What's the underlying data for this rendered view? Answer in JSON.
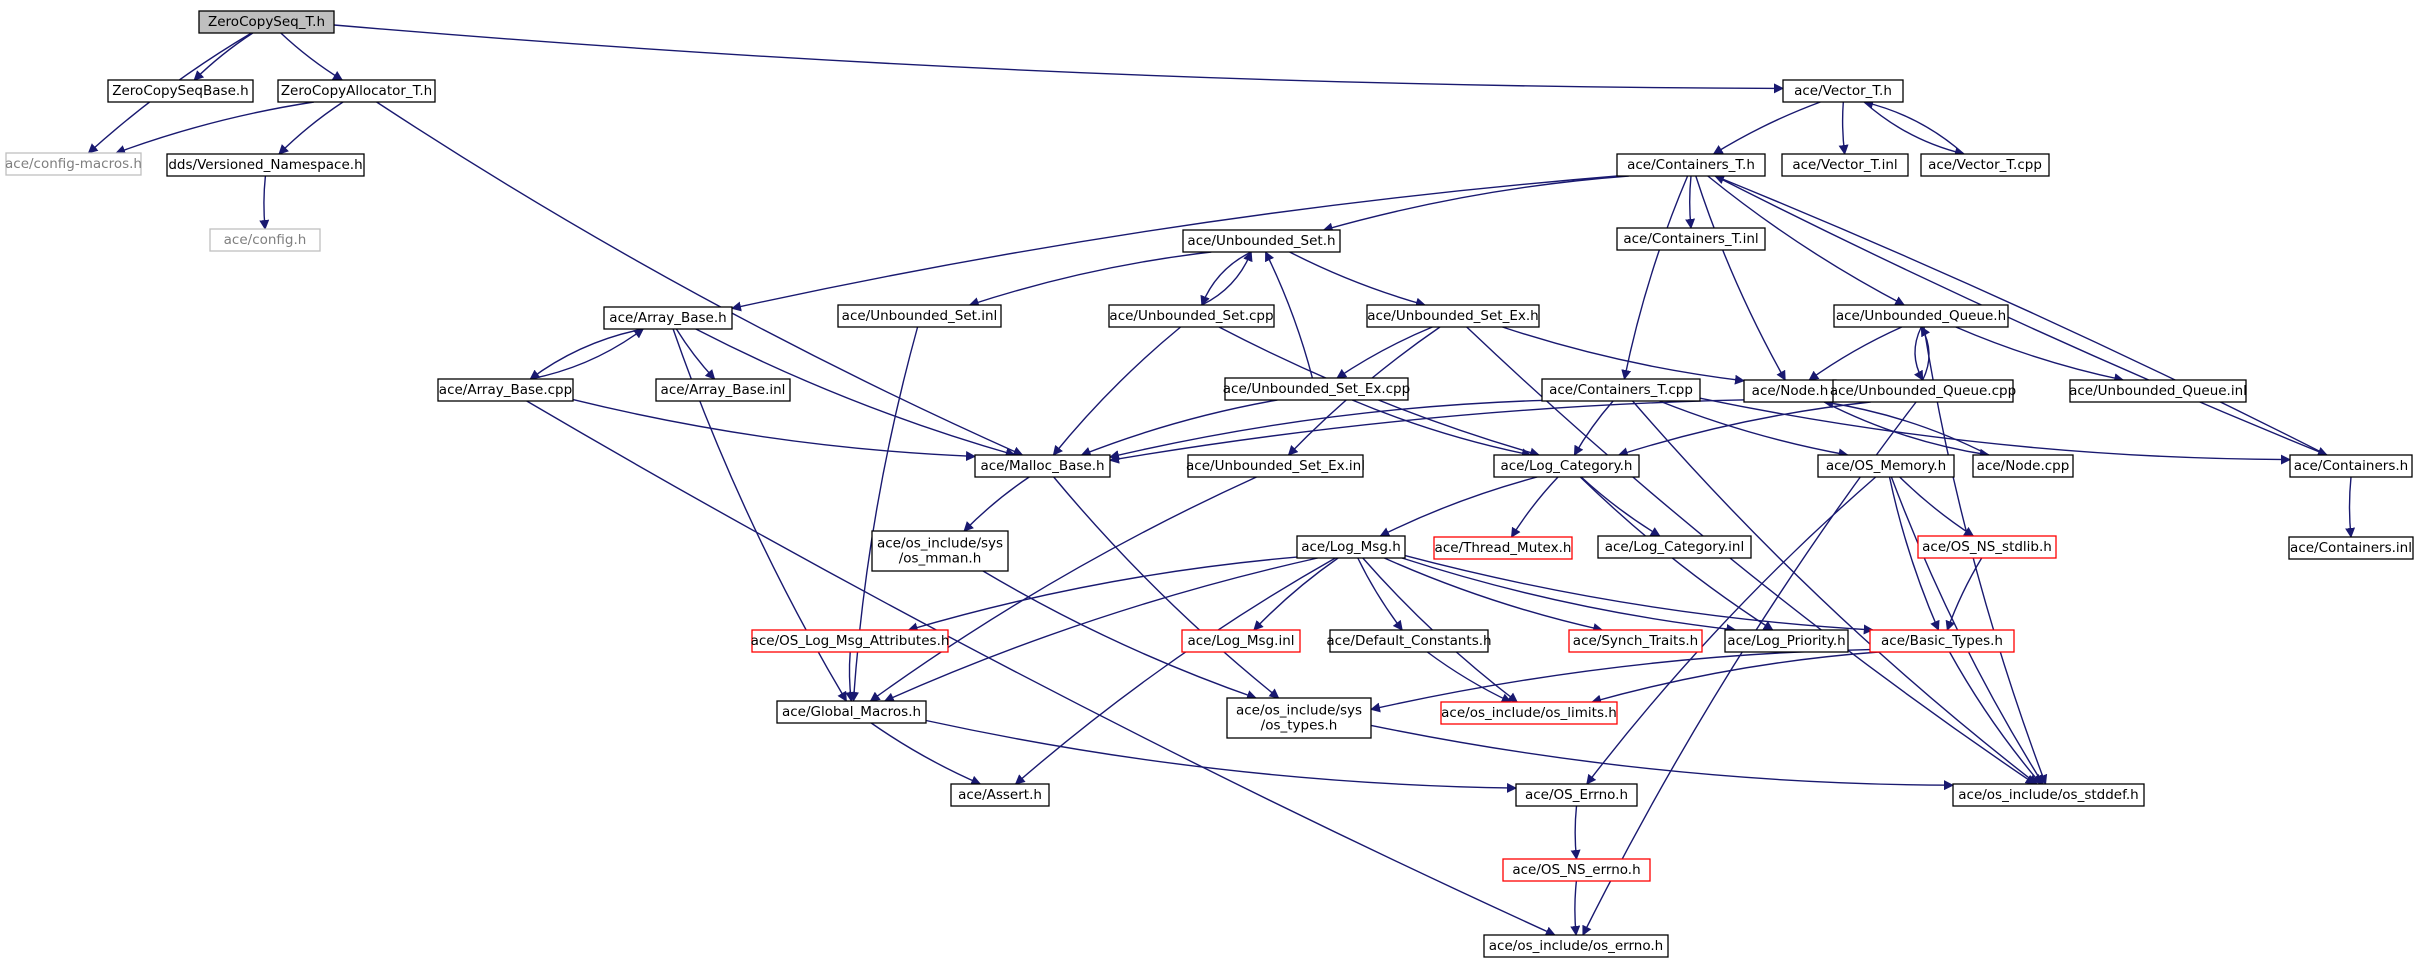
{
  "title": "",
  "colors": {
    "edge": "#191970",
    "root_fill": "#bfbfbf",
    "border_normal": "#000000",
    "border_truncated": "#ff0000",
    "border_external": "#bfbfbf",
    "text_external": "#7f7f7f"
  },
  "nodes": [
    {
      "id": "zcseq",
      "label": "ZeroCopySeq_T.h",
      "style": "root"
    },
    {
      "id": "cfgmac",
      "label": "ace/config-macros.h",
      "style": "gray"
    },
    {
      "id": "zcsbase",
      "label": "ZeroCopySeqBase.h",
      "style": "normal"
    },
    {
      "id": "zcalloc",
      "label": "ZeroCopyAllocator_T.h",
      "style": "normal"
    },
    {
      "id": "ddsver",
      "label": "dds/Versioned_Namespace.h",
      "style": "normal"
    },
    {
      "id": "cfg",
      "label": "ace/config.h",
      "style": "gray"
    },
    {
      "id": "vect",
      "label": "ace/Vector_T.h",
      "style": "normal"
    },
    {
      "id": "vectinl",
      "label": "ace/Vector_T.inl",
      "style": "normal"
    },
    {
      "id": "vectcpp",
      "label": "ace/Vector_T.cpp",
      "style": "normal"
    },
    {
      "id": "contt",
      "label": "ace/Containers_T.h",
      "style": "normal"
    },
    {
      "id": "conttinl",
      "label": "ace/Containers_T.inl",
      "style": "normal"
    },
    {
      "id": "unbset",
      "label": "ace/Unbounded_Set.h",
      "style": "normal"
    },
    {
      "id": "arrbase",
      "label": "ace/Array_Base.h",
      "style": "normal"
    },
    {
      "id": "unbsetinl",
      "label": "ace/Unbounded_Set.inl",
      "style": "normal"
    },
    {
      "id": "unbsetcpp",
      "label": "ace/Unbounded_Set.cpp",
      "style": "normal"
    },
    {
      "id": "unbsetex",
      "label": "ace/Unbounded_Set_Ex.h",
      "style": "normal"
    },
    {
      "id": "unbq",
      "label": "ace/Unbounded_Queue.h",
      "style": "normal"
    },
    {
      "id": "arrcpp",
      "label": "ace/Array_Base.cpp",
      "style": "normal"
    },
    {
      "id": "arrinl",
      "label": "ace/Array_Base.inl",
      "style": "normal"
    },
    {
      "id": "unbsetexcpp",
      "label": "ace/Unbounded_Set_Ex.cpp",
      "style": "normal"
    },
    {
      "id": "conttcpp",
      "label": "ace/Containers_T.cpp",
      "style": "normal"
    },
    {
      "id": "nodeh",
      "label": "ace/Node.h",
      "style": "normal"
    },
    {
      "id": "unbqcpp",
      "label": "ace/Unbounded_Queue.cpp",
      "style": "normal"
    },
    {
      "id": "unbqinl",
      "label": "ace/Unbounded_Queue.inl",
      "style": "normal"
    },
    {
      "id": "malloc",
      "label": "ace/Malloc_Base.h",
      "style": "normal"
    },
    {
      "id": "unbsetexinl",
      "label": "ace/Unbounded_Set_Ex.inl",
      "style": "normal"
    },
    {
      "id": "logcat",
      "label": "ace/Log_Category.h",
      "style": "normal"
    },
    {
      "id": "osmem",
      "label": "ace/OS_Memory.h",
      "style": "normal"
    },
    {
      "id": "nodecpp",
      "label": "ace/Node.cpp",
      "style": "normal"
    },
    {
      "id": "contsh",
      "label": "ace/Containers.h",
      "style": "normal"
    },
    {
      "id": "contsinl",
      "label": "ace/Containers.inl",
      "style": "normal"
    },
    {
      "id": "osmman",
      "label": "ace/os_include/sys\n/os_mman.h",
      "style": "normal"
    },
    {
      "id": "logmsg",
      "label": "ace/Log_Msg.h",
      "style": "normal"
    },
    {
      "id": "thrmtx",
      "label": "ace/Thread_Mutex.h",
      "style": "red"
    },
    {
      "id": "logcatinl",
      "label": "ace/Log_Category.inl",
      "style": "normal"
    },
    {
      "id": "osnsstd",
      "label": "ace/OS_NS_stdlib.h",
      "style": "red"
    },
    {
      "id": "oslogattr",
      "label": "ace/OS_Log_Msg_Attributes.h",
      "style": "red"
    },
    {
      "id": "logmsginl",
      "label": "ace/Log_Msg.inl",
      "style": "red"
    },
    {
      "id": "defconst",
      "label": "ace/Default_Constants.h",
      "style": "normal"
    },
    {
      "id": "synch",
      "label": "ace/Synch_Traits.h",
      "style": "red"
    },
    {
      "id": "logpri",
      "label": "ace/Log_Priority.h",
      "style": "normal"
    },
    {
      "id": "basict",
      "label": "ace/Basic_Types.h",
      "style": "red"
    },
    {
      "id": "globmac",
      "label": "ace/Global_Macros.h",
      "style": "normal"
    },
    {
      "id": "ostypes",
      "label": "ace/os_include/sys\n/os_types.h",
      "style": "normal"
    },
    {
      "id": "oslimits",
      "label": "ace/os_include/os_limits.h",
      "style": "red"
    },
    {
      "id": "assert",
      "label": "ace/Assert.h",
      "style": "normal"
    },
    {
      "id": "oserrno",
      "label": "ace/OS_Errno.h",
      "style": "normal"
    },
    {
      "id": "osstddef",
      "label": "ace/os_include/os_stddef.h",
      "style": "normal"
    },
    {
      "id": "osnserrno",
      "label": "ace/OS_NS_errno.h",
      "style": "red"
    },
    {
      "id": "oserrnoh",
      "label": "ace/os_include/os_errno.h",
      "style": "normal"
    }
  ],
  "edges": [
    [
      "zcseq",
      "cfgmac"
    ],
    [
      "zcseq",
      "zcsbase"
    ],
    [
      "zcseq",
      "zcalloc"
    ],
    [
      "zcseq",
      "vect"
    ],
    [
      "zcalloc",
      "cfgmac"
    ],
    [
      "zcalloc",
      "ddsver"
    ],
    [
      "zcalloc",
      "malloc"
    ],
    [
      "ddsver",
      "cfg"
    ],
    [
      "vect",
      "contt"
    ],
    [
      "vect",
      "vectinl"
    ],
    [
      "vect",
      "vectcpp"
    ],
    [
      "vectcpp",
      "vect"
    ],
    [
      "contt",
      "unbset"
    ],
    [
      "contt",
      "arrbase"
    ],
    [
      "contt",
      "conttinl"
    ],
    [
      "contt",
      "conttcpp"
    ],
    [
      "contt",
      "nodeh"
    ],
    [
      "contt",
      "unbq"
    ],
    [
      "contt",
      "contsh"
    ],
    [
      "unbset",
      "unbsetinl"
    ],
    [
      "unbset",
      "unbsetcpp"
    ],
    [
      "unbset",
      "unbsetex"
    ],
    [
      "unbsetcpp",
      "unbset"
    ],
    [
      "unbsetcpp",
      "malloc"
    ],
    [
      "unbsetcpp",
      "logcat"
    ],
    [
      "unbsetinl",
      "globmac"
    ],
    [
      "unbsetex",
      "unbsetexcpp"
    ],
    [
      "unbsetex",
      "unbsetexinl"
    ],
    [
      "unbsetex",
      "nodeh"
    ],
    [
      "unbsetex",
      "osstddef"
    ],
    [
      "unbsetexcpp",
      "unbset"
    ],
    [
      "unbsetexcpp",
      "malloc"
    ],
    [
      "unbsetexcpp",
      "logcat"
    ],
    [
      "unbsetexinl",
      "globmac"
    ],
    [
      "arrbase",
      "arrcpp"
    ],
    [
      "arrbase",
      "arrinl"
    ],
    [
      "arrbase",
      "malloc"
    ],
    [
      "arrbase",
      "globmac"
    ],
    [
      "arrcpp",
      "arrbase"
    ],
    [
      "arrcpp",
      "malloc"
    ],
    [
      "arrcpp",
      "oserrnoh"
    ],
    [
      "unbq",
      "nodeh"
    ],
    [
      "unbq",
      "unbqcpp"
    ],
    [
      "unbq",
      "unbqinl"
    ],
    [
      "unbq",
      "osstddef"
    ],
    [
      "unbqcpp",
      "unbq"
    ],
    [
      "unbqcpp",
      "malloc"
    ],
    [
      "unbqcpp",
      "logcat"
    ],
    [
      "unbqcpp",
      "oserrnoh"
    ],
    [
      "conttcpp",
      "malloc"
    ],
    [
      "conttcpp",
      "logcat"
    ],
    [
      "conttcpp",
      "contsh"
    ],
    [
      "conttcpp",
      "osmem"
    ],
    [
      "conttcpp",
      "osstddef"
    ],
    [
      "nodeh",
      "nodecpp"
    ],
    [
      "nodecpp",
      "nodeh"
    ],
    [
      "contsh",
      "contt"
    ],
    [
      "contsh",
      "contsinl"
    ],
    [
      "malloc",
      "osmman"
    ],
    [
      "malloc",
      "ostypes"
    ],
    [
      "osmman",
      "ostypes"
    ],
    [
      "logcat",
      "logmsg"
    ],
    [
      "logcat",
      "thrmtx"
    ],
    [
      "logcat",
      "logcatinl"
    ],
    [
      "logcat",
      "logpri"
    ],
    [
      "logmsg",
      "oslogattr"
    ],
    [
      "logmsg",
      "logmsginl"
    ],
    [
      "logmsg",
      "defconst"
    ],
    [
      "logmsg",
      "synch"
    ],
    [
      "logmsg",
      "logpri"
    ],
    [
      "logmsg",
      "basict"
    ],
    [
      "logmsg",
      "globmac"
    ],
    [
      "logmsg",
      "oslimits"
    ],
    [
      "logmsg",
      "assert"
    ],
    [
      "oslogattr",
      "globmac"
    ],
    [
      "defconst",
      "oslimits"
    ],
    [
      "osmem",
      "osnsstd"
    ],
    [
      "osmem",
      "basict"
    ],
    [
      "osmem",
      "oserrno"
    ],
    [
      "osmem",
      "osstddef"
    ],
    [
      "osnsstd",
      "basict"
    ],
    [
      "basict",
      "ostypes"
    ],
    [
      "basict",
      "oslimits"
    ],
    [
      "basict",
      "osstddef"
    ],
    [
      "globmac",
      "assert"
    ],
    [
      "globmac",
      "oserrno"
    ],
    [
      "ostypes",
      "osstddef"
    ],
    [
      "oserrno",
      "osnserrno"
    ],
    [
      "osnserrno",
      "oserrnoh"
    ]
  ]
}
